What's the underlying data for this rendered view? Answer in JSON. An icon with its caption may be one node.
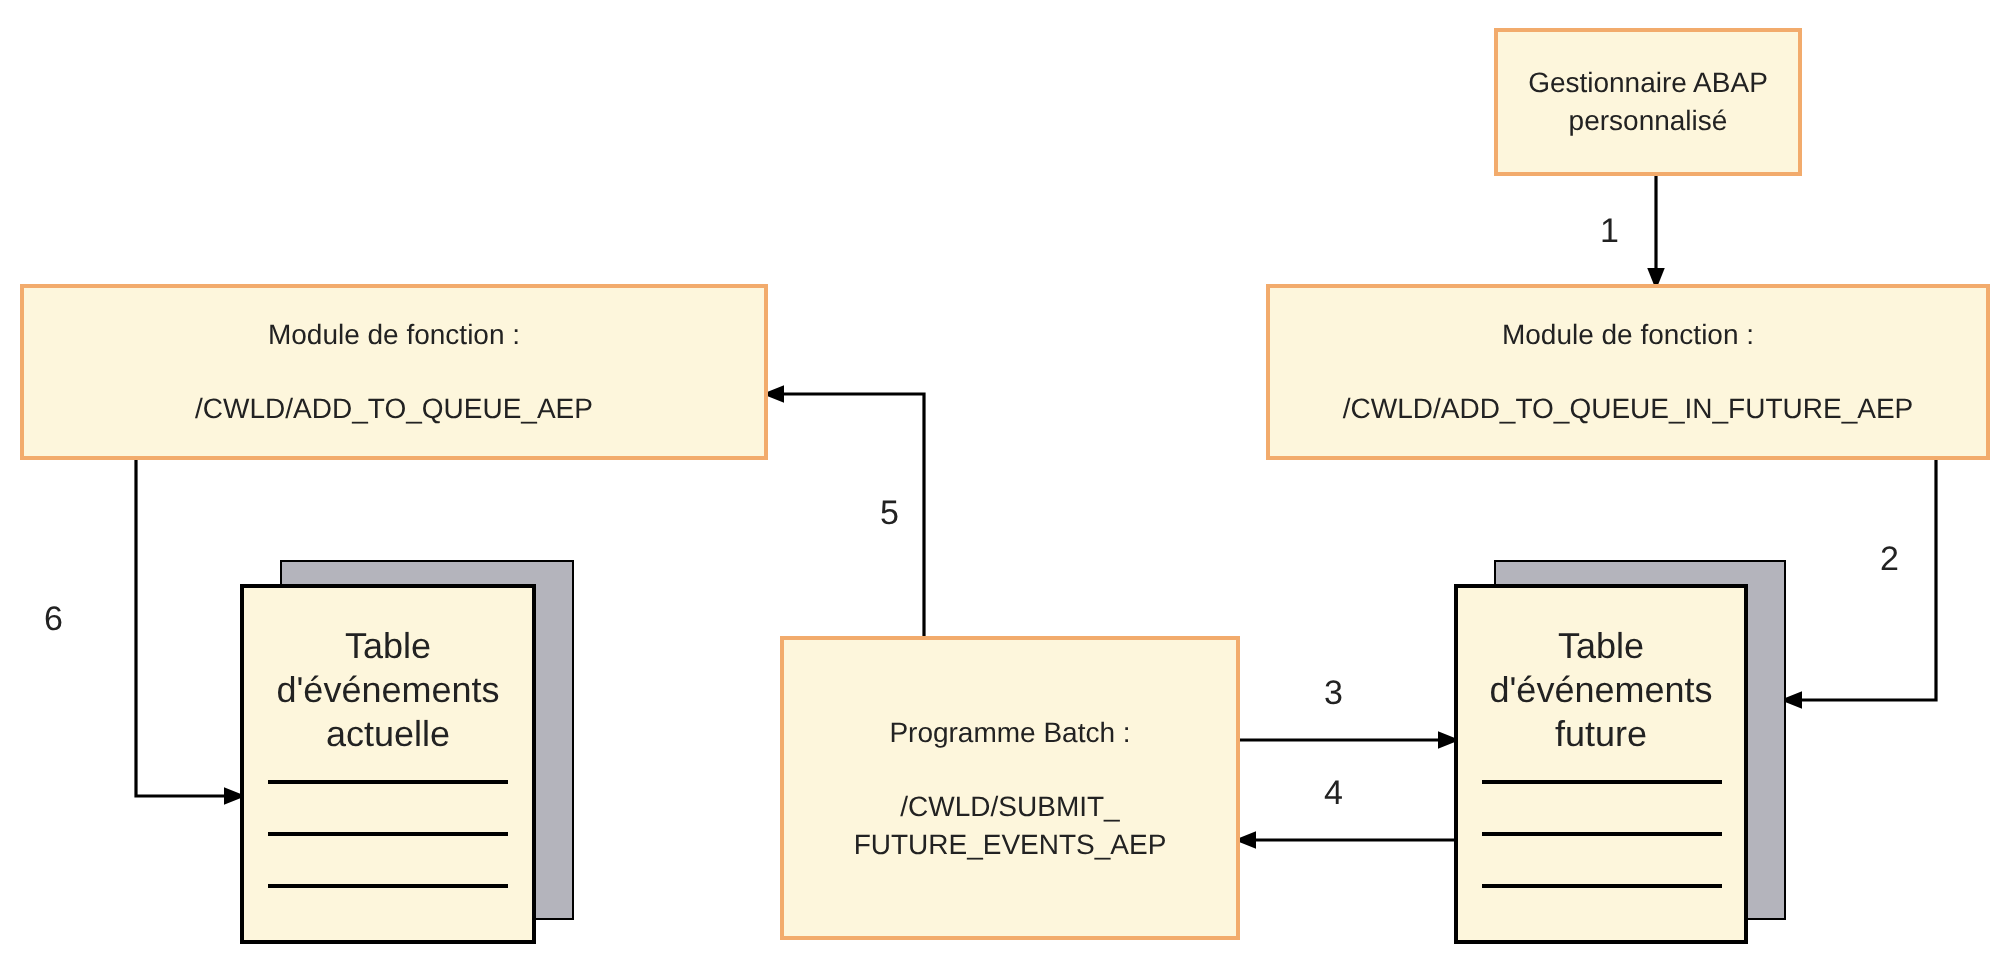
{
  "diagram": {
    "nodes": [
      {
        "text": [
          "Gestionnaire ABAP personnalisé"
        ]
      },
      {
        "text": [
          "Module de fonction :",
          "/CWLD/ADD_TO_QUEUE_IN_FUTURE_AEP"
        ]
      },
      {
        "text": [
          "Module de fonction :",
          "/CWLD/ADD_TO_QUEUE_AEP"
        ]
      },
      {
        "text": [
          "Table d'événements actuelle"
        ]
      },
      {
        "text": [
          "Programme Batch :",
          "/CWLD/SUBMIT_ FUTURE_EVENTS_AEP"
        ]
      },
      {
        "text": [
          "Table d'événements future"
        ]
      }
    ],
    "edges": [
      {
        "from": 0,
        "to": 1,
        "arrow": "to",
        "label": "1"
      },
      {
        "from": 1,
        "to": 5,
        "arrow": "to",
        "label": "2"
      },
      {
        "from": 4,
        "to": 5,
        "arrow": "to",
        "label": "3"
      },
      {
        "from": 5,
        "to": 4,
        "arrow": "to",
        "label": "4"
      },
      {
        "from": 4,
        "to": 2,
        "arrow": "to",
        "label": "5"
      },
      {
        "from": 2,
        "to": 3,
        "arrow": "to",
        "label": "6"
      }
    ]
  }
}
